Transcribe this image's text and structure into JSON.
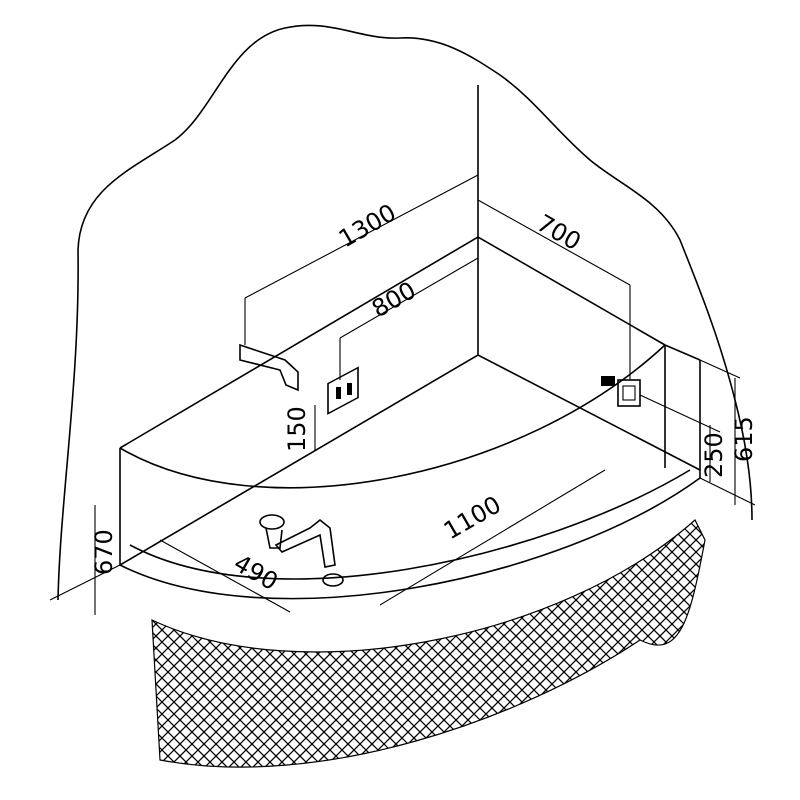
{
  "drawing": {
    "dimensions": {
      "width_total": "1300",
      "depth_side": "700",
      "faucet_span": "800",
      "faucet_height": "150",
      "overall_height": "615",
      "jet_height": "250",
      "diagonal_front": "1100",
      "drain_offset": "490",
      "front_height": "670"
    },
    "colors": {
      "line": "#000000",
      "background": "#ffffff"
    }
  }
}
